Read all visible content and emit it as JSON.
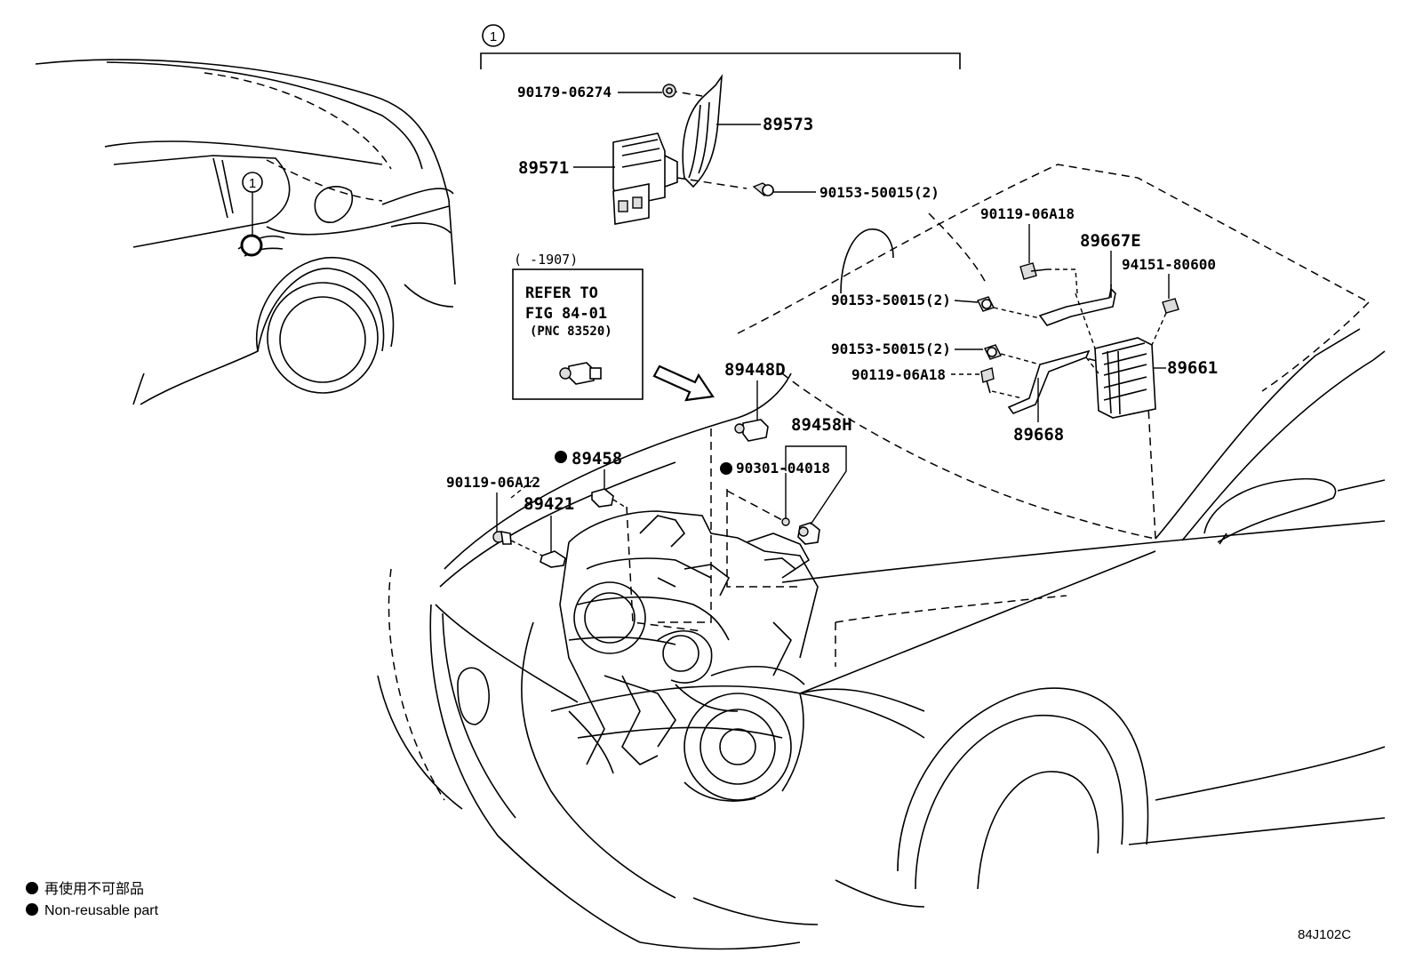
{
  "callouts": {
    "ref_1_top": "1",
    "ref_1_rear": "1",
    "p90179": "90179-06274",
    "p89573": "89573",
    "p89571": "89571",
    "p90153_top": "90153-50015(2)",
    "p90119_top": "90119-06A18",
    "p89667E": "89667E",
    "p94151": "94151-80600",
    "p90153_mid1": "90153-50015(2)",
    "p90153_mid2": "90153-50015(2)",
    "p90119_mid": "90119-06A18",
    "p89661": "89661",
    "p89668": "89668",
    "p89448D": "89448D",
    "p89458H": "89458H",
    "p90301": "90301-04018",
    "p89458": "89458",
    "p90119_left": "90119-06A12",
    "p89421": "89421"
  },
  "refer_box": {
    "range": "(     -1907)",
    "line1": "REFER TO",
    "line2": "FIG 84-01",
    "line3": "(PNC 83520)"
  },
  "legend": {
    "jp": "再使用不可部品",
    "en": "Non-reusable part"
  },
  "figure_code": "84J102C"
}
